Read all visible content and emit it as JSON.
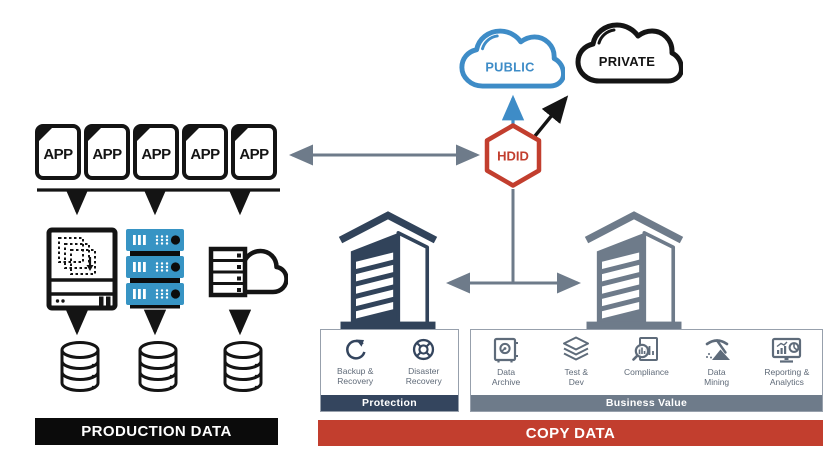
{
  "production": {
    "apps": [
      "APP",
      "APP",
      "APP",
      "APP",
      "APP"
    ],
    "bar_label": "PRODUCTION DATA"
  },
  "copy": {
    "public_cloud_label": "PUBLIC",
    "private_cloud_label": "PRIVATE",
    "hdid_label": "HDID",
    "protection": {
      "footer_label": "Protection",
      "items": [
        "Backup &\nRecovery",
        "Disaster\nRecovery"
      ]
    },
    "business_value": {
      "footer_label": "Business Value",
      "items": [
        "Data\nArchive",
        "Test &\nDev",
        "Compliance",
        "Data\nMining",
        "Reporting &\nAnalytics"
      ]
    },
    "bar_label": "COPY DATA"
  },
  "colors": {
    "blue": "#3E8CC7",
    "red": "#C23E2E",
    "navy": "#31435A",
    "gray": "#6E7B8A",
    "black": "#141414"
  }
}
